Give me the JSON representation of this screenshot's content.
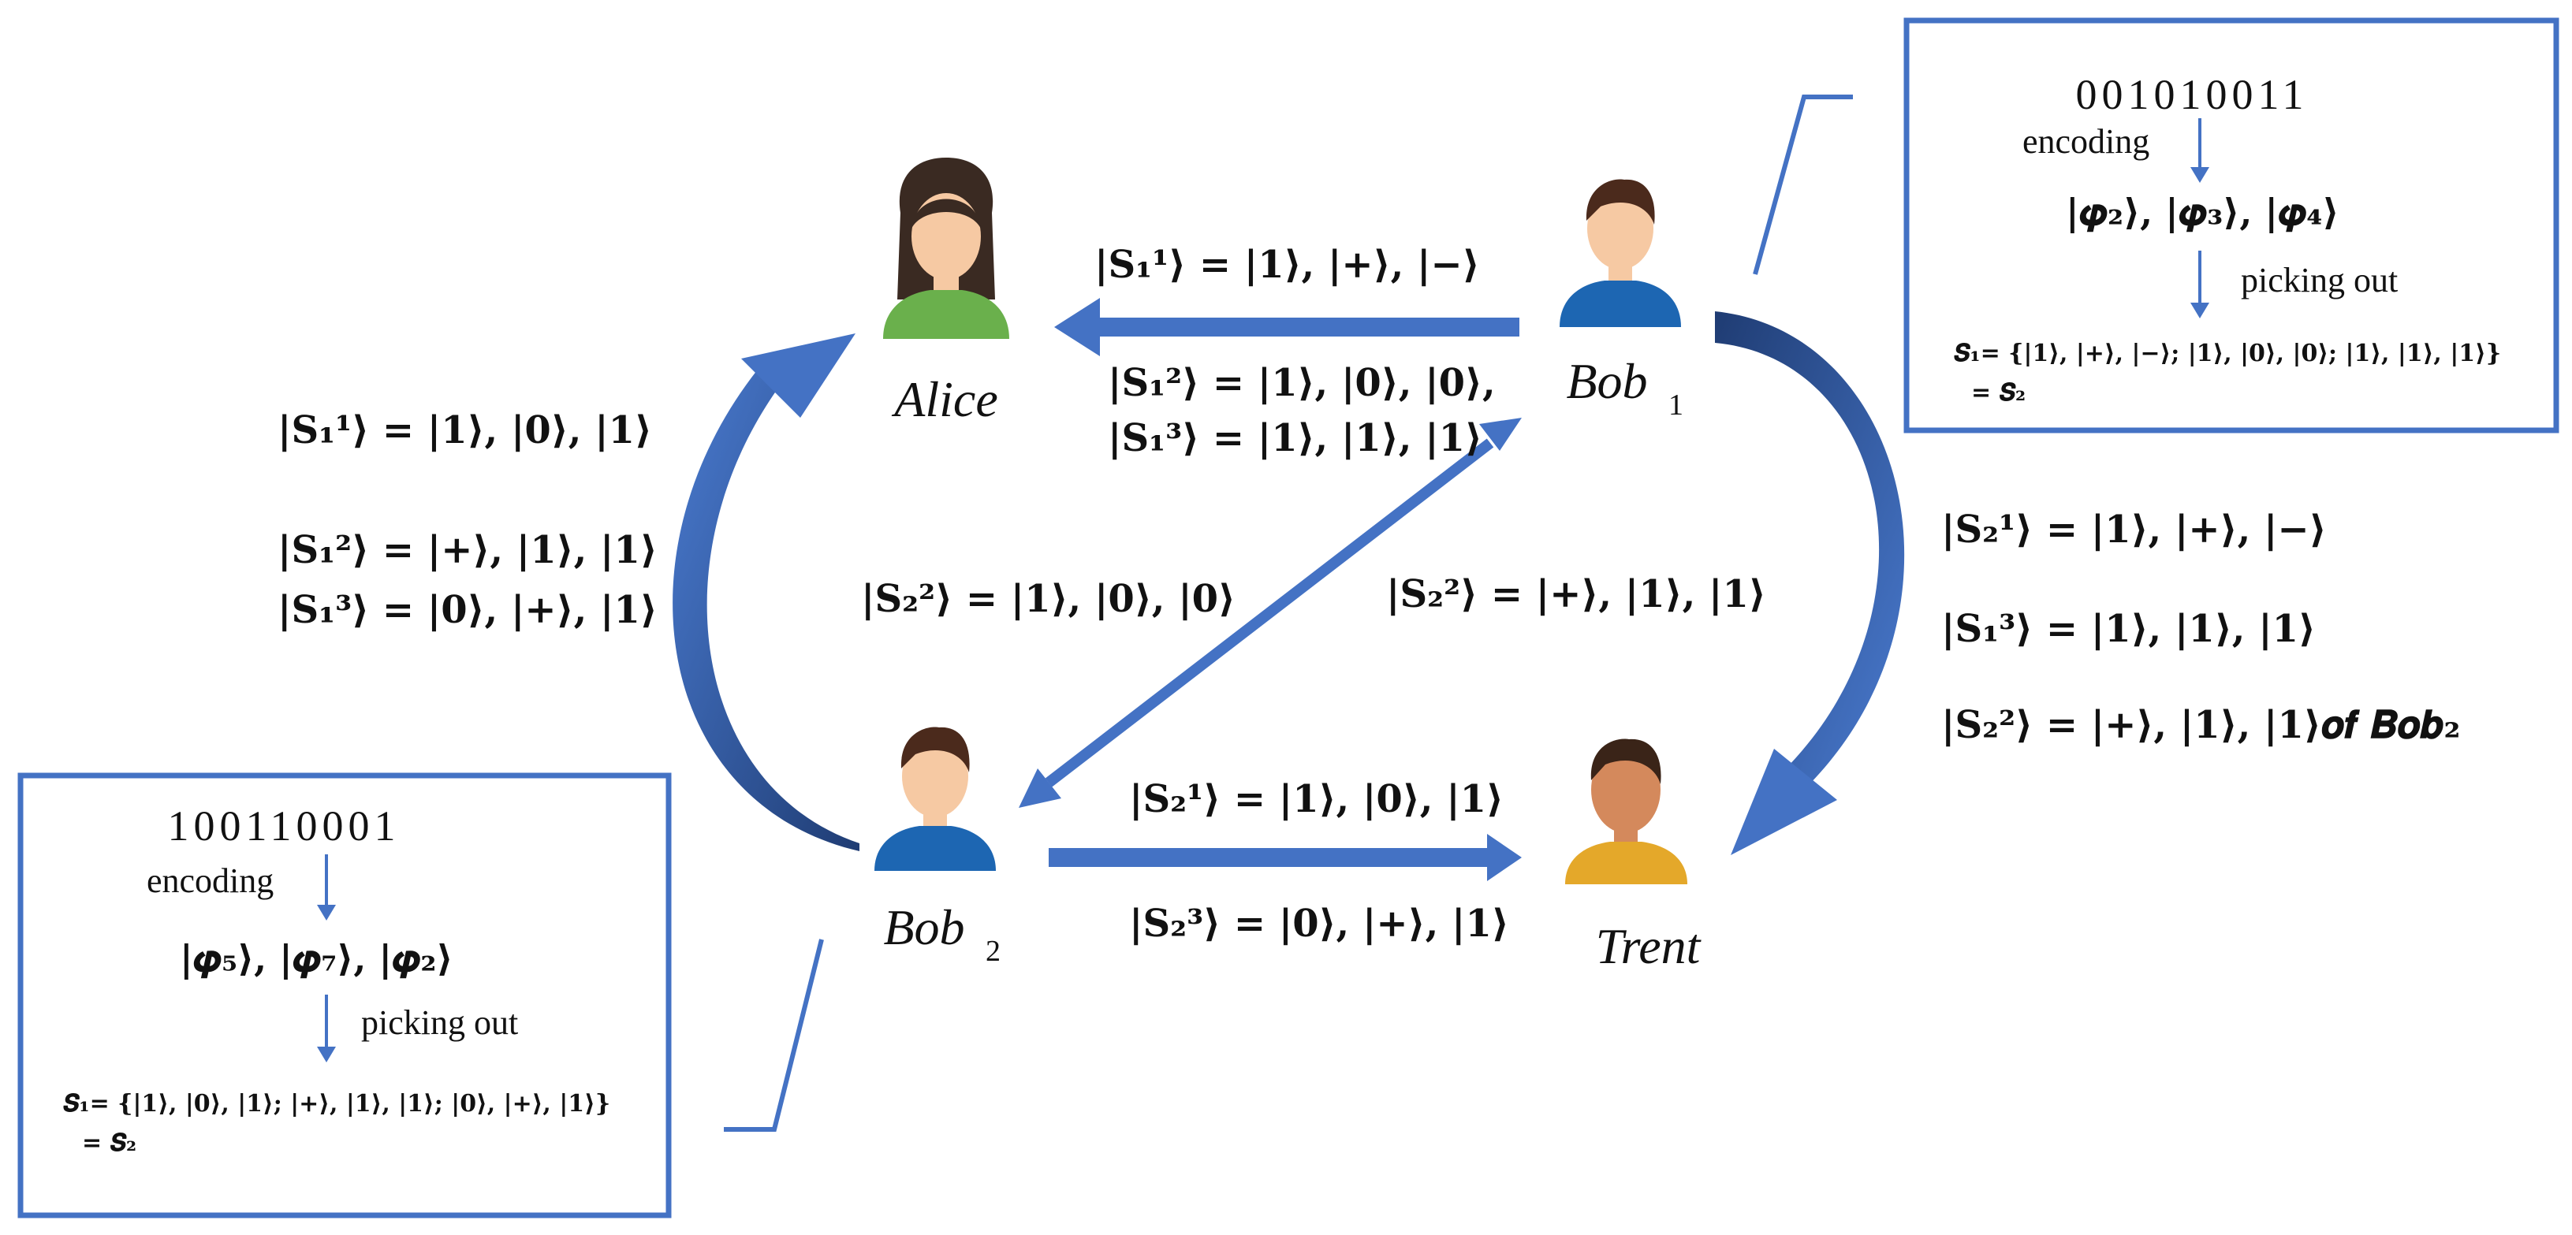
{
  "colors": {
    "arrow": "#4472c4",
    "arrow_dark": "#2f5597",
    "box_border": "#4472c4"
  },
  "participants": {
    "alice": {
      "label": "Alice",
      "icon": "female-user-icon"
    },
    "bob1": {
      "label": "Bob",
      "sub": "1",
      "icon": "male-user-icon"
    },
    "bob2": {
      "label": "Bob",
      "sub": "2",
      "icon": "male-user-icon"
    },
    "trent": {
      "label": "Trent",
      "icon": "male-user-icon"
    }
  },
  "labels": {
    "bob1_to_alice_top": "|S₁¹⟩ = |𝟏⟩, |+⟩, |−⟩",
    "bob1_to_alice_bottom_1": "|S₁²⟩ = |𝟏⟩, |𝟎⟩, |𝟎⟩,",
    "bob1_to_alice_bottom_2": "|S₁³⟩ = |𝟏⟩, |𝟏⟩, |𝟏⟩",
    "bob2_to_alice_1": "|S₁¹⟩ = |𝟏⟩, |𝟎⟩, |𝟏⟩",
    "bob2_to_alice_2": "|S₁²⟩ = |+⟩, |𝟏⟩, |𝟏⟩",
    "bob2_to_alice_3": "|S₁³⟩ = |𝟎⟩, |+⟩, |𝟏⟩",
    "bob2_to_bob1": "|S₂²⟩ = |𝟏⟩, |𝟎⟩, |𝟎⟩",
    "bob1_to_bob2": "|S₂²⟩ = |+⟩, |𝟏⟩, |𝟏⟩",
    "bob2_to_trent_top": "|S₂¹⟩ = |𝟏⟩, |𝟎⟩, |𝟏⟩",
    "bob2_to_trent_bottom": "|S₂³⟩ = |𝟎⟩, |+⟩, |𝟏⟩",
    "bob1_to_trent_1": "|S₂¹⟩ = |𝟏⟩, |+⟩, |−⟩",
    "bob1_to_trent_2": "|S₁³⟩ = |𝟏⟩, |𝟏⟩, |𝟏⟩",
    "bob1_to_trent_3": "|S₂²⟩ = |+⟩, |𝟏⟩, |𝟏⟩𝒐𝒇 𝑩𝒐𝒃₂"
  },
  "bob1_box": {
    "bits": "001010011",
    "encoding": "encoding",
    "states": "|𝝋₂⟩, |𝝋₃⟩, |𝝋₄⟩",
    "picking": "picking out",
    "s1": "𝑺₁= {|𝟏⟩, |+⟩, |−⟩; |𝟏⟩, |𝟎⟩, |𝟎⟩; |𝟏⟩, |𝟏⟩, |𝟏⟩}",
    "s2": "= 𝑺₂"
  },
  "bob2_box": {
    "bits": "100110001",
    "encoding": "encoding",
    "states": "|𝝋₅⟩, |𝝋₇⟩, |𝝋₂⟩",
    "picking": "picking out",
    "s1": "𝑺₁= {|𝟏⟩, |𝟎⟩, |𝟏⟩; |+⟩, |𝟏⟩, |𝟏⟩; |𝟎⟩, |+⟩, |𝟏⟩}",
    "s2": "= 𝑺₂"
  }
}
